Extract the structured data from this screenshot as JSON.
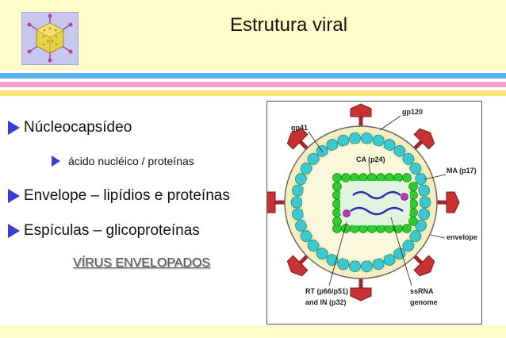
{
  "slide": {
    "title": "Estrutura viral",
    "bullets": [
      {
        "text": "Núcleocapsídeo"
      },
      {
        "text": "ácido nucléico / proteínas"
      },
      {
        "text": "Envelope – lipídios e proteínas"
      },
      {
        "text": "Espículas – glicoproteínas"
      }
    ],
    "caption": "VÍRUS ENVELOPADOS"
  },
  "diagram": {
    "labels": {
      "gp41": "gp41",
      "gp120": "gp120",
      "ca": "CA (p24)",
      "ma": "MA (p17)",
      "envelope": "envelope",
      "rt_line1": "RT (p66/p51)",
      "rt_line2": "and IN (p32)",
      "ssrna_line1": "ssRNA",
      "ssrna_line2": "genome"
    }
  },
  "colors": {
    "header_bg": "#fffcc8",
    "stripe_1": "#5ab4ee",
    "stripe_2": "#f2a0c8",
    "stripe_3": "#ffe676",
    "bullet_marker": "#3b3bd8",
    "spike": "#c83232",
    "capsomere": "#3cc8cc",
    "capsid": "#2ecc2e",
    "envelope_fill": "#f6eebe"
  },
  "icons": {
    "logo": "adenovirus-icon",
    "bullet": "triangle-bullet-icon"
  }
}
